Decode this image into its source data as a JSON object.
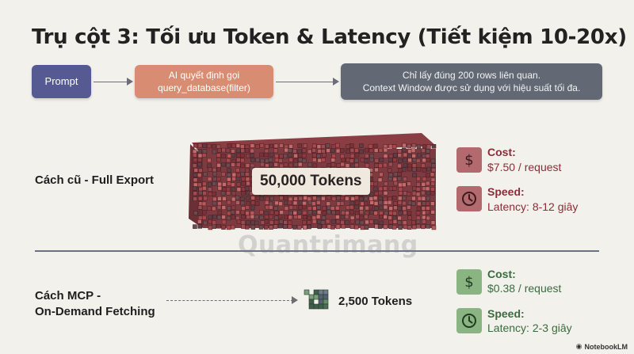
{
  "title": "Trụ cột 3: Tối ưu Token & Latency (Tiết kiệm 10-20x)",
  "flow": {
    "prompt": "Prompt",
    "ai_line1": "AI quyết định gọi",
    "ai_line2": "query_database(filter)",
    "ctx_line1": "Chỉ lấy đúng 200 rows liên quan.",
    "ctx_line2": "Context Window được sử dụng với hiệu suất tối đa."
  },
  "old": {
    "label": "Cách cũ - Full Export",
    "tokens": "50,000 Tokens",
    "cost_title": "Cost:",
    "cost_value": "$7.50 / request",
    "speed_title": "Speed:",
    "speed_value": "Latency: 8-12 giây"
  },
  "mcp": {
    "label_line1": "Cách MCP -",
    "label_line2": "On-Demand Fetching",
    "tokens": "2,500 Tokens",
    "cost_title": "Cost:",
    "cost_value": "$0.38 / request",
    "speed_title": "Speed:",
    "speed_value": "Latency: 2-3 giây"
  },
  "watermark": "Quantrimang",
  "badge": "NotebookLM",
  "colors": {
    "prompt_box": "#565a92",
    "ai_box": "#d88d72",
    "context_box": "#626975",
    "old_accent": "#b26a6e",
    "new_accent": "#8ab583",
    "divider": "#6b7382"
  },
  "icons": [
    "dollar-icon",
    "clock-icon",
    "token-cube-icon"
  ]
}
